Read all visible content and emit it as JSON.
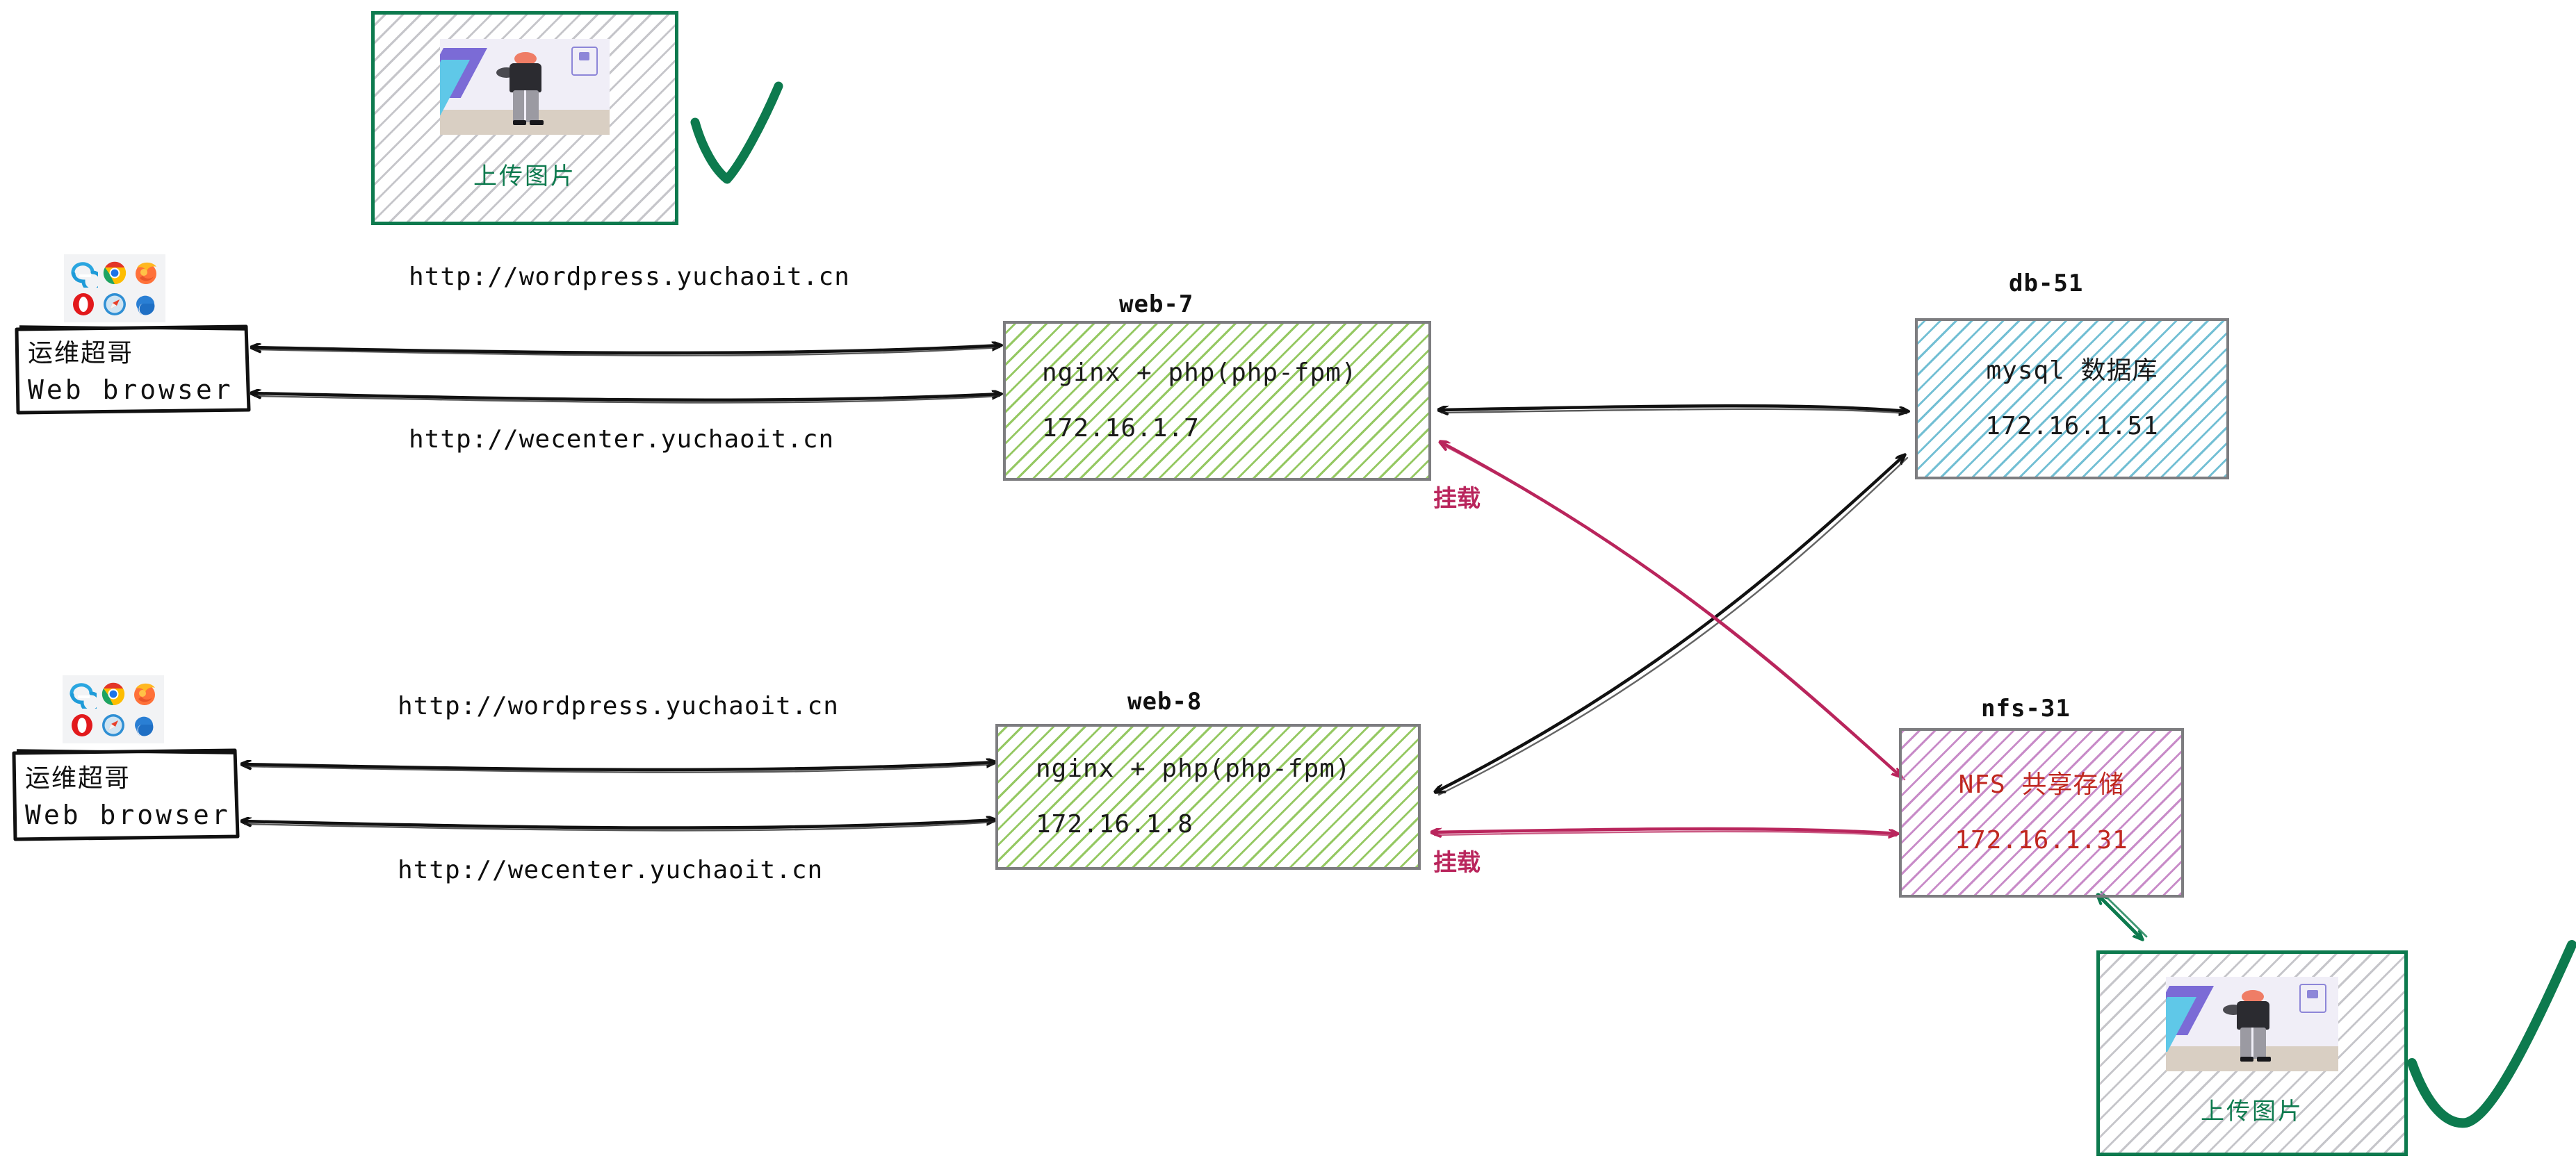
{
  "diagram": {
    "title_semantic": "wordpress-wecenter-nfs-architecture",
    "colors": {
      "web_hatch": "#82be46",
      "db_hatch": "#5ab4cd",
      "nfs_hatch": "#ba6eba",
      "upload_hatch": "#96969e",
      "box_border": "#7d7d80",
      "green_accent": "#0d7a4e",
      "mount_arrow": "#b9255c",
      "nfs_text": "#c0271f",
      "black_arrow": "#111111"
    }
  },
  "upload_cards": [
    {
      "id": "upload-top-left",
      "label": "上传图片",
      "border_color": "#0d7a4e",
      "hatch": "grey",
      "check_mark": true
    },
    {
      "id": "upload-bottom-right",
      "label": "上传图片",
      "border_color": "#0d7a4e",
      "hatch": "grey",
      "check_mark": true
    }
  ],
  "clients": [
    {
      "id": "client-top",
      "line1": "运维超哥",
      "line2": "Web browser",
      "icons": [
        "ie-icon",
        "chrome-icon",
        "firefox-icon",
        "opera-icon",
        "safari-icon",
        "edge-icon"
      ]
    },
    {
      "id": "client-bottom",
      "line1": "运维超哥",
      "line2": "Web browser",
      "icons": [
        "ie-icon",
        "chrome-icon",
        "firefox-icon",
        "opera-icon",
        "safari-icon",
        "edge-icon"
      ]
    }
  ],
  "servers": [
    {
      "id": "web-7",
      "caption": "web-7",
      "line1": "nginx + php(php-fpm)",
      "line2": "172.16.1.7",
      "hatch": "green"
    },
    {
      "id": "web-8",
      "caption": "web-8",
      "line1": "nginx + php(php-fpm)",
      "line2": "172.16.1.8",
      "hatch": "green"
    },
    {
      "id": "db-51",
      "caption": "db-51",
      "line1": "mysql 数据库",
      "line2": "172.16.1.51",
      "hatch": "cyan"
    },
    {
      "id": "nfs-31",
      "caption": "nfs-31",
      "line1": "NFS 共享存储",
      "line2": "172.16.1.31",
      "hatch": "purple"
    }
  ],
  "url_labels": [
    {
      "id": "url-top-wordpress",
      "text": "http://wordpress.yuchaoit.cn"
    },
    {
      "id": "url-top-wecenter",
      "text": "http://wecenter.yuchaoit.cn"
    },
    {
      "id": "url-bottom-wordpress",
      "text": "http://wordpress.yuchaoit.cn"
    },
    {
      "id": "url-bottom-wecenter",
      "text": "http://wecenter.yuchaoit.cn"
    }
  ],
  "mount_labels": [
    {
      "id": "mount-web7",
      "text": "挂载"
    },
    {
      "id": "mount-web8",
      "text": "挂载"
    }
  ],
  "connections": [
    {
      "from": "client-top",
      "to": "web-7",
      "label": "http://wordpress.yuchaoit.cn",
      "color": "#111111",
      "bidirectional": true
    },
    {
      "from": "client-top",
      "to": "web-7",
      "label": "http://wecenter.yuchaoit.cn",
      "color": "#111111",
      "bidirectional": true
    },
    {
      "from": "client-bottom",
      "to": "web-8",
      "label": "http://wordpress.yuchaoit.cn",
      "color": "#111111",
      "bidirectional": true
    },
    {
      "from": "client-bottom",
      "to": "web-8",
      "label": "http://wecenter.yuchaoit.cn",
      "color": "#111111",
      "bidirectional": true
    },
    {
      "from": "web-7",
      "to": "db-51",
      "label": "",
      "color": "#111111",
      "bidirectional": true
    },
    {
      "from": "web-8",
      "to": "db-51",
      "label": "",
      "color": "#111111",
      "bidirectional": true
    },
    {
      "from": "web-7",
      "to": "nfs-31",
      "label": "挂载",
      "color": "#b9255c",
      "bidirectional": true
    },
    {
      "from": "web-8",
      "to": "nfs-31",
      "label": "挂载",
      "color": "#b9255c",
      "bidirectional": true
    },
    {
      "from": "nfs-31",
      "to": "upload-bottom-right",
      "label": "",
      "color": "#0d7a4e",
      "bidirectional": true
    }
  ]
}
